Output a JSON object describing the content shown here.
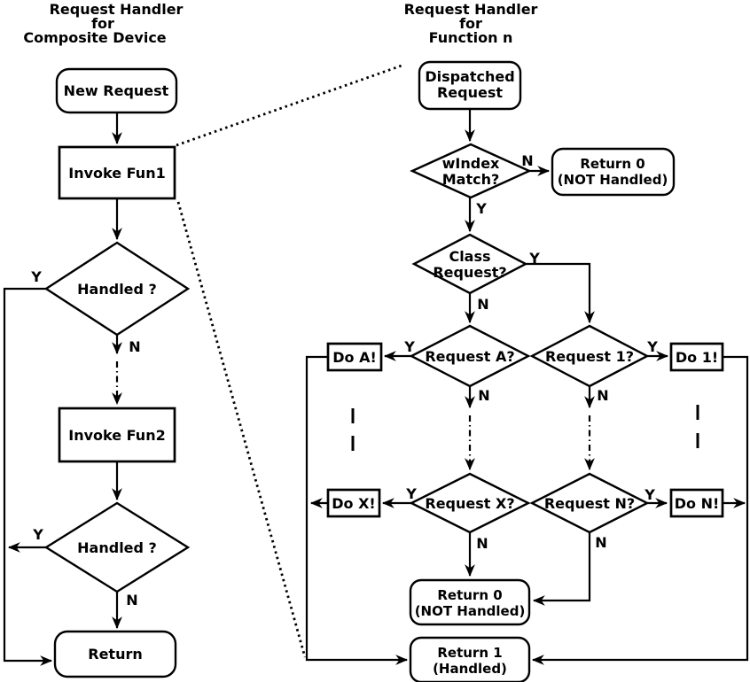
{
  "colors": {
    "ink": "#000000",
    "paper": "#ffffff"
  },
  "left_panel": {
    "title_lines": [
      "Request Handler",
      "for",
      "Composite Device"
    ],
    "nodes": {
      "new_request": {
        "label": "New Request",
        "type": "terminator"
      },
      "invoke_fun1": {
        "label": "Invoke Fun1",
        "type": "process"
      },
      "handled_1": {
        "label": "Handled ?",
        "type": "decision"
      },
      "invoke_fun2": {
        "label": "Invoke Fun2",
        "type": "process"
      },
      "handled_2": {
        "label": "Handled ?",
        "type": "decision"
      },
      "return": {
        "label": "Return",
        "type": "terminator"
      }
    },
    "branch_labels": {
      "handled_1_yes": "Y",
      "handled_1_no": "N",
      "handled_2_yes": "Y",
      "handled_2_no": "N"
    }
  },
  "right_panel": {
    "title_lines": [
      "Request Handler",
      "for",
      "Function n"
    ],
    "nodes": {
      "dispatched_request": {
        "lines": [
          "Dispatched",
          "Request"
        ],
        "type": "terminator"
      },
      "windex_match": {
        "lines": [
          "wIndex",
          "Match?"
        ],
        "type": "decision"
      },
      "return_0_top": {
        "lines": [
          "Return 0",
          "(NOT Handled)"
        ],
        "type": "terminator"
      },
      "class_request": {
        "lines": [
          "Class",
          "Request?"
        ],
        "type": "decision"
      },
      "request_a": {
        "label": "Request A?",
        "type": "decision"
      },
      "do_a": {
        "label": "Do A!",
        "type": "process"
      },
      "request_1": {
        "label": "Request 1?",
        "type": "decision"
      },
      "do_1": {
        "label": "Do 1!",
        "type": "process"
      },
      "request_x": {
        "label": "Request X?",
        "type": "decision"
      },
      "do_x": {
        "label": "Do X!",
        "type": "process"
      },
      "request_n": {
        "label": "Request N?",
        "type": "decision"
      },
      "do_n": {
        "label": "Do N!",
        "type": "process"
      },
      "return_0_bottom": {
        "lines": [
          "Return 0",
          "(NOT Handled)"
        ],
        "type": "terminator"
      },
      "return_1": {
        "lines": [
          "Return 1",
          "(Handled)"
        ],
        "type": "terminator"
      }
    },
    "branch_labels": {
      "windex_yes": "Y",
      "windex_no": "N",
      "class_yes": "Y",
      "class_no": "N",
      "request_a_yes": "Y",
      "request_a_no": "N",
      "request_1_yes": "Y",
      "request_1_no": "N",
      "request_x_yes": "Y",
      "request_x_no": "N",
      "request_n_yes": "Y",
      "request_n_no": "N"
    }
  }
}
